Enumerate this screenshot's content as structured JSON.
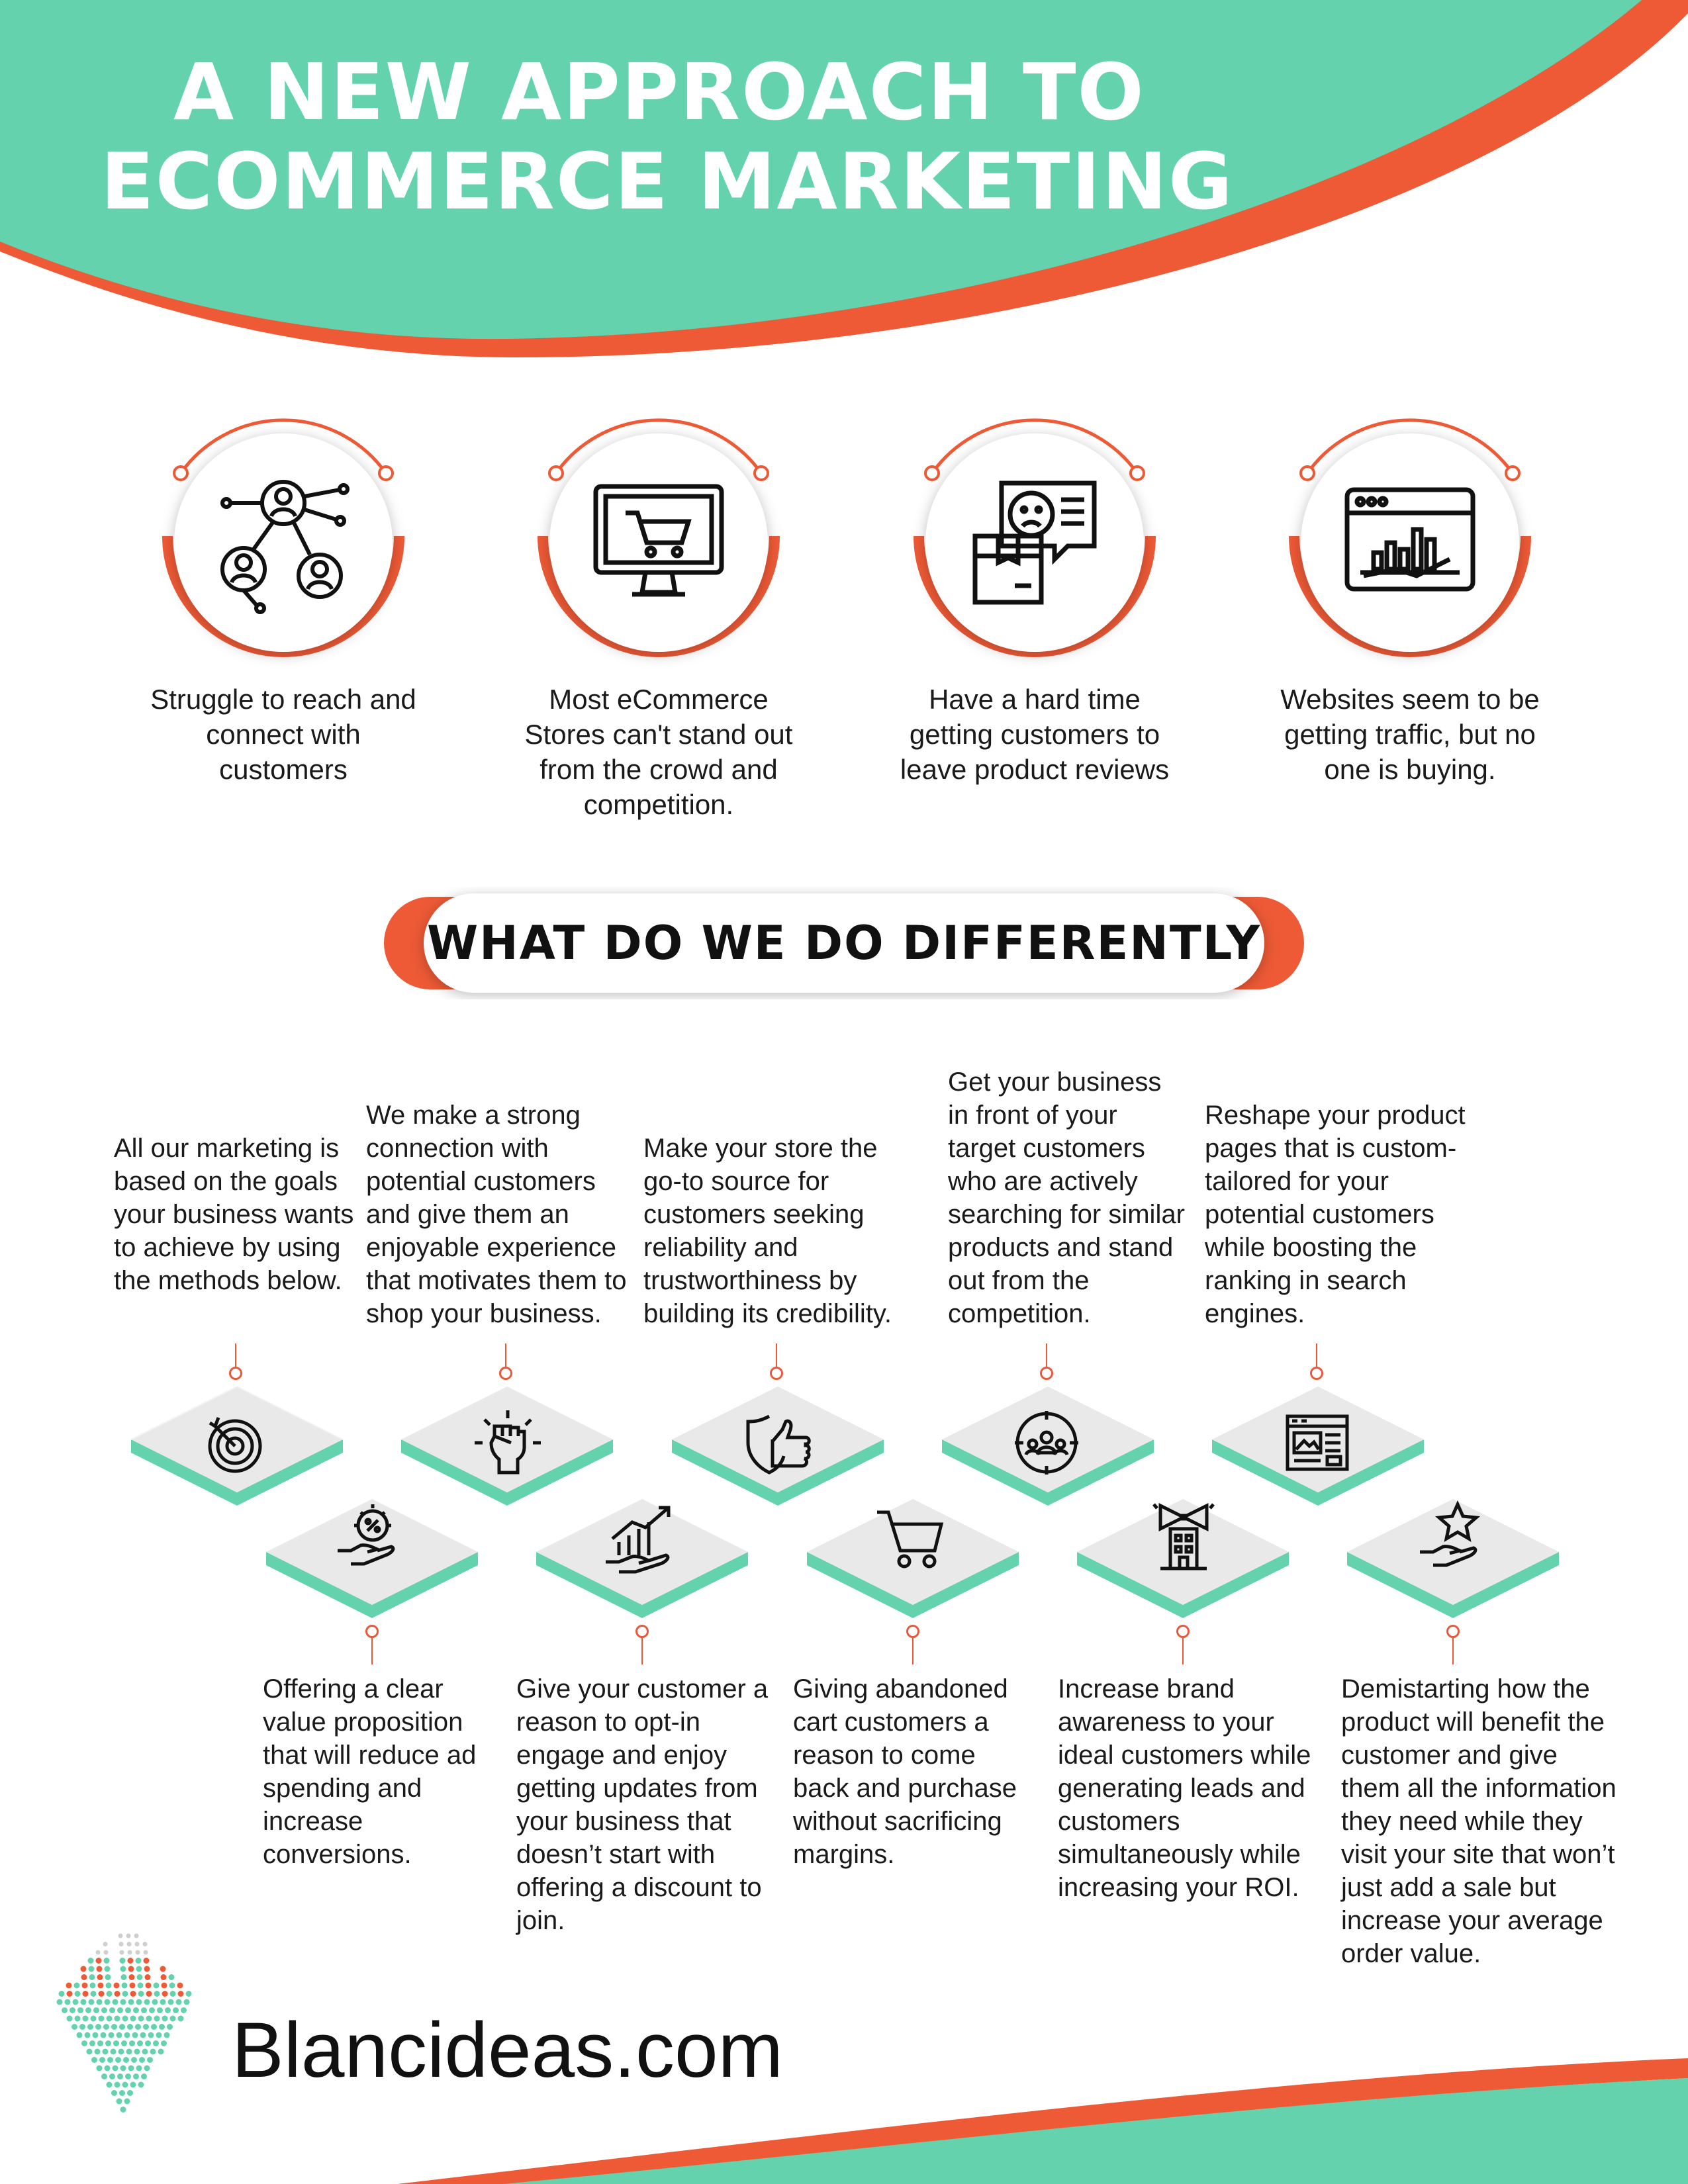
{
  "colors": {
    "teal": "#64d3ad",
    "orange": "#ee5a36",
    "dark": "#111111",
    "tile_top": "#e9e9e9"
  },
  "header": {
    "title_line1": "A NEW APPROACH TO",
    "title_line2": "ECOMMERCE MARKETING"
  },
  "problems": [
    {
      "icon": "network-people-icon",
      "text": "Struggle to reach and connect with customers"
    },
    {
      "icon": "monitor-cart-icon",
      "text": "Most eCommerce Stores can't stand out from the crowd and competition."
    },
    {
      "icon": "review-box-icon",
      "text": "Have a hard time getting customers to leave product reviews"
    },
    {
      "icon": "browser-chart-icon",
      "text": "Websites seem to be getting traffic, but no one is buying."
    }
  ],
  "section": {
    "heading": "WHAT DO WE DO DIFFERENTLY"
  },
  "top_steps": [
    {
      "icon": "target-icon",
      "text": "All our marketing is based on the goals your business wants to achieve by using the methods below."
    },
    {
      "icon": "raised-fist-icon",
      "text": "We make a strong connection with potential customers and give them an enjoyable experience that motivates them to shop your business."
    },
    {
      "icon": "shield-thumbs-up-icon",
      "text": "Make your store the go-to source for customers seeking reliability and trustworthiness by building its credibility."
    },
    {
      "icon": "target-audience-icon",
      "text": "Get your business in front of your target customers who are actively searching for similar products and stand out from the competition."
    },
    {
      "icon": "web-page-icon",
      "text": "Reshape your product pages that is custom-tailored for your potential customers while boosting the ranking in search engines."
    }
  ],
  "bottom_steps": [
    {
      "icon": "hand-discount-icon",
      "text": "Offering a clear value proposition that will reduce ad spending and increase conversions."
    },
    {
      "icon": "hand-growth-chart-icon",
      "text": "Give your customer a reason to opt-in engage and enjoy getting updates from your business that doesn’t start with offering a discount to join."
    },
    {
      "icon": "shopping-cart-icon",
      "text": "Giving abandoned cart customers a reason to come back and purchase without sacrificing margins."
    },
    {
      "icon": "megaphone-building-icon",
      "text": "Increase brand awareness to your ideal customers while generating leads and customers simultaneously while increasing your ROI."
    },
    {
      "icon": "hand-star-icon",
      "text": "Demistarting how the product will benefit the customer and give them all the information they need while they visit your site that won’t just add a sale but increase your average order value."
    }
  ],
  "footer": {
    "brand": "Blancideas.com"
  }
}
